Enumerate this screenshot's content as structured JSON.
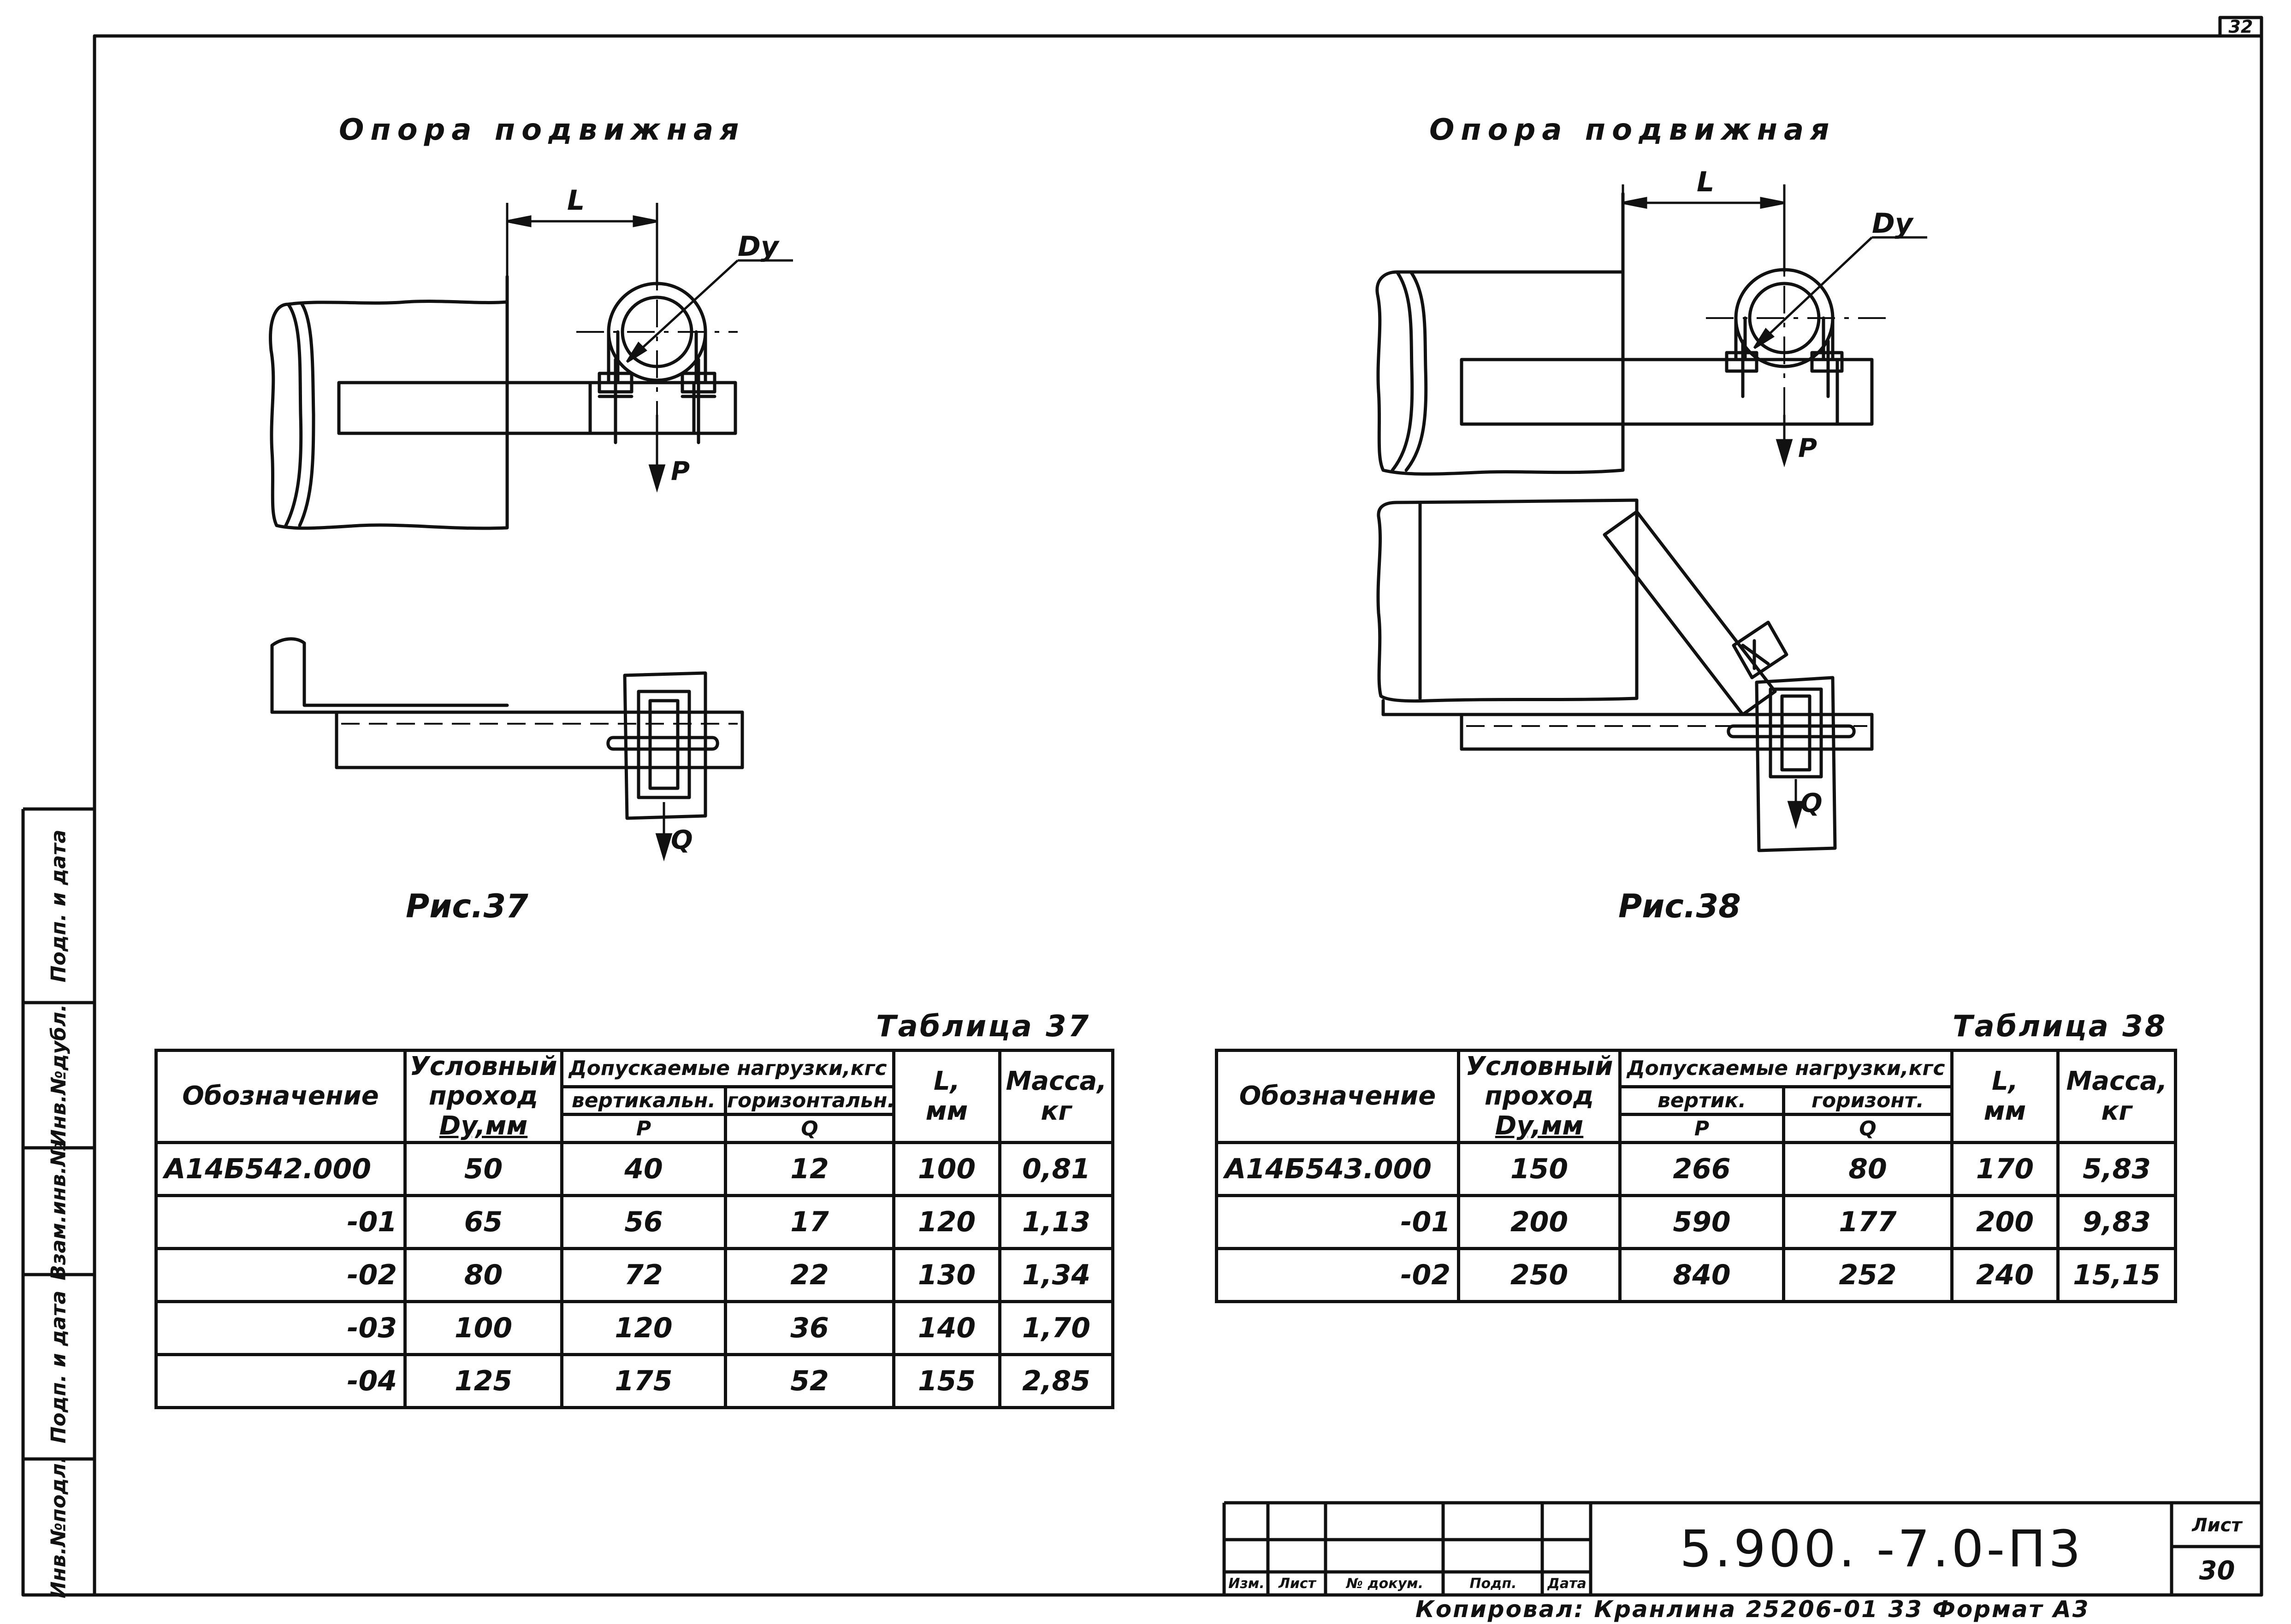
{
  "sheet_corner": "32",
  "figures": [
    {
      "title": "Опора подвижная",
      "label_L": "L",
      "label_Dy": "Dy",
      "label_P": "P",
      "label_Q": "Q",
      "caption": "Рис.37"
    },
    {
      "title": "Опора подвижная",
      "label_L": "L",
      "label_Dy": "Dy",
      "label_P": "P",
      "label_Q": "Q",
      "caption": "Рис.38"
    }
  ],
  "tables": [
    {
      "caption": "Таблица 37",
      "headers": {
        "designation": "Обозначение",
        "dn_1": "Условный",
        "dn_2": "проход",
        "dn_3": "Dy,мм",
        "loads": "Допускаемые нагрузки,кгс",
        "vert": "вертикальн.",
        "horiz": "горизонтальн.",
        "p": "P",
        "q": "Q",
        "l_1": "L,",
        "l_2": "мм",
        "m_1": "Масса,",
        "m_2": "кг"
      },
      "rows": [
        {
          "designation": "А14Б542.000",
          "dn": "50",
          "p": "40",
          "q": "12",
          "l": "100",
          "mass": "0,81"
        },
        {
          "designation": "-01",
          "dn": "65",
          "p": "56",
          "q": "17",
          "l": "120",
          "mass": "1,13"
        },
        {
          "designation": "-02",
          "dn": "80",
          "p": "72",
          "q": "22",
          "l": "130",
          "mass": "1,34"
        },
        {
          "designation": "-03",
          "dn": "100",
          "p": "120",
          "q": "36",
          "l": "140",
          "mass": "1,70"
        },
        {
          "designation": "-04",
          "dn": "125",
          "p": "175",
          "q": "52",
          "l": "155",
          "mass": "2,85"
        }
      ]
    },
    {
      "caption": "Таблица 38",
      "headers": {
        "designation": "Обозначение",
        "dn_1": "Условный",
        "dn_2": "проход",
        "dn_3": "Dy,мм",
        "loads": "Допускаемые нагрузки,кгс",
        "vert": "вертик.",
        "horiz": "горизонт.",
        "p": "P",
        "q": "Q",
        "l_1": "L,",
        "l_2": "мм",
        "m_1": "Масса,",
        "m_2": "кг"
      },
      "rows": [
        {
          "designation": "А14Б543.000",
          "dn": "150",
          "p": "266",
          "q": "80",
          "l": "170",
          "mass": "5,83"
        },
        {
          "designation": "-01",
          "dn": "200",
          "p": "590",
          "q": "177",
          "l": "200",
          "mass": "9,83"
        },
        {
          "designation": "-02",
          "dn": "250",
          "p": "840",
          "q": "252",
          "l": "240",
          "mass": "15,15"
        }
      ]
    }
  ],
  "side_stamp": [
    "Инв.№подл.",
    "Подп. и дата",
    "Взам.инв.№",
    "Инв.№дубл.",
    "Подп. и дата"
  ],
  "title_block": {
    "code": "5.900. -7.0-П3",
    "col_labels": [
      "Изм.",
      "Лист",
      "№ докум.",
      "Подп.",
      "Дата"
    ],
    "sheet_label": "Лист",
    "sheet_number": "30"
  },
  "footer": "Копировал: Кранлина 25206-01 33 Формат А3"
}
